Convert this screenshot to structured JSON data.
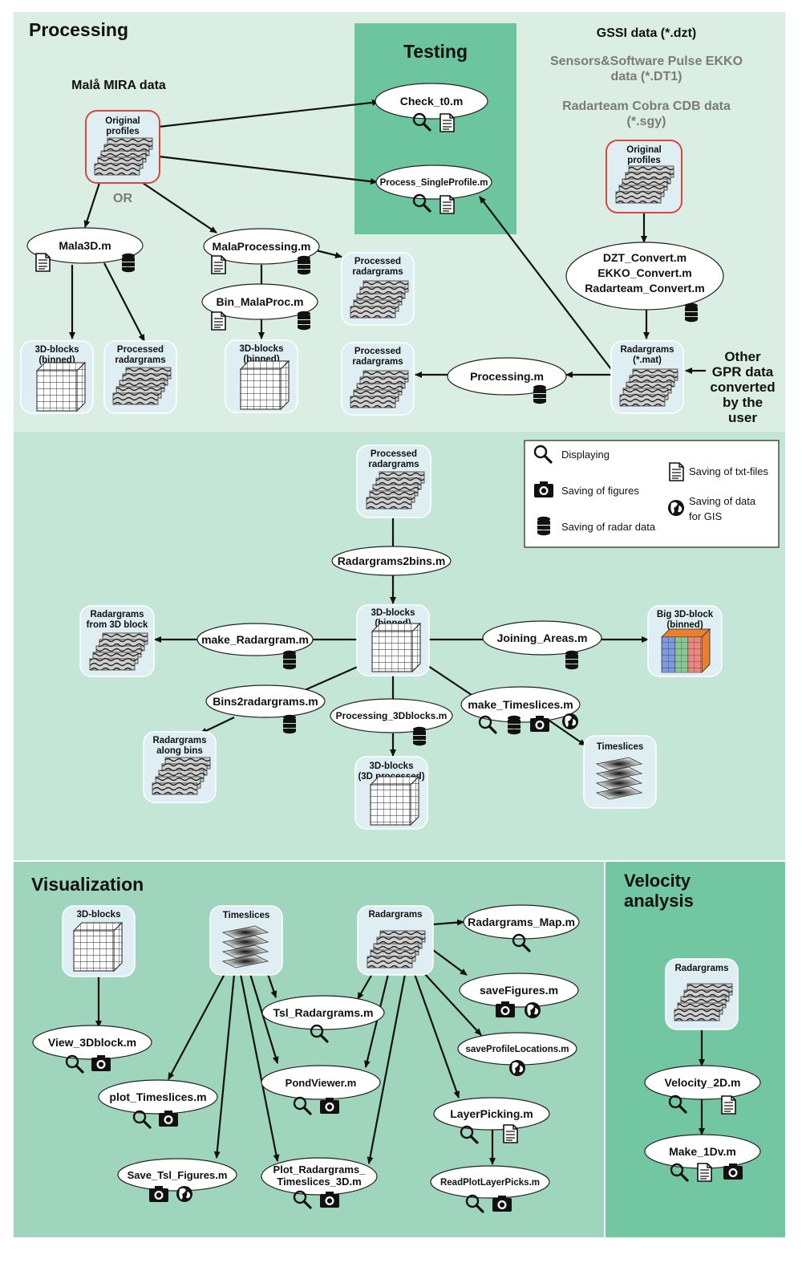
{
  "sections": {
    "processing": "Processing",
    "testing": "Testing",
    "visualization": "Visualization",
    "velocity": [
      "Velocity",
      "analysis"
    ]
  },
  "sources": {
    "mala": "Malå MIRA data",
    "gssi": "GSSI data (*.dzt)",
    "sensors": [
      "Sensors&Software Pulse EKKO",
      "data (*.DT1)"
    ],
    "radarteam": [
      "Radarteam Cobra CDB data",
      "(*.sgy)"
    ],
    "or": "OR",
    "other": [
      "Other",
      "GPR data",
      "converted",
      "by the",
      "user"
    ]
  },
  "scripts": {
    "check_t0": "Check_t0.m",
    "process_single": "Process_SingleProfile.m",
    "mala3d": "Mala3D.m",
    "mala_processing": "MalaProcessing.m",
    "bin_malaproc": "Bin_MalaProc.m",
    "convert": [
      "DZT_Convert.m",
      "EKKO_Convert.m",
      "Radarteam_Convert.m"
    ],
    "processing": "Processing.m",
    "radargrams2bins": "Radargrams2bins.m",
    "make_radargram": "make_Radargram.m",
    "joining_areas": "Joining_Areas.m",
    "bins2radargrams": "Bins2radargrams.m",
    "processing_3dblocks": "Processing_3Dblocks.m",
    "make_timeslices": "make_Timeslices.m",
    "view_3dblock": "View_3Dblock.m",
    "plot_timeslices": "plot_Timeslices.m",
    "save_tsl_figures": "Save_Tsl_Figures.m",
    "tsl_radargrams": "Tsl_Radargrams.m",
    "pondviewer": "PondViewer.m",
    "plot_radargrams_3d": [
      "Plot_Radargrams_",
      "Timeslices_3D.m"
    ],
    "radargrams_map": "Radargrams_Map.m",
    "savefigures": "saveFigures.m",
    "saveprofilelocations": "saveProfileLocations.m",
    "layerpicking": "LayerPicking.m",
    "readplotlayerpicks": "ReadPlotLayerPicks.m",
    "velocity_2d": "Velocity_2D.m",
    "make_1dv": "Make_1Dv.m"
  },
  "data": {
    "original_profiles": [
      "Original",
      "profiles"
    ],
    "processed_radargrams": [
      "Processed",
      "radargrams"
    ],
    "blocks_binned": [
      "3D-blocks",
      "(binned)"
    ],
    "radargrams_mat": [
      "Radargrams",
      "(*.mat)"
    ],
    "radargrams_from_block": [
      "Radargrams",
      "from 3D block"
    ],
    "big_block": [
      "Big 3D-block",
      "(binned)"
    ],
    "radargrams_along_bins": [
      "Radargrams",
      "along bins"
    ],
    "blocks_processed": [
      "3D-blocks",
      "(3D processed)"
    ],
    "timeslices": "Timeslices",
    "blocks": "3D-blocks",
    "radargrams": "Radargrams"
  },
  "legend": {
    "displaying": "Displaying",
    "saving_txt": "Saving of txt-files",
    "saving_figures": "Saving of figures",
    "saving_gis": [
      "Saving of data",
      "for GIS"
    ],
    "saving_radar": "Saving of radar data"
  },
  "colors": {
    "panel_light": "#dbeee4",
    "panel_mid": "#c2e6d6",
    "panel_dark": "#9fd5bc",
    "testing": "#6cc59f",
    "velocity": "#72c6a2",
    "node": "#deeef2",
    "highlight": "#d9463b",
    "grey_text": "#7a7a7a"
  }
}
